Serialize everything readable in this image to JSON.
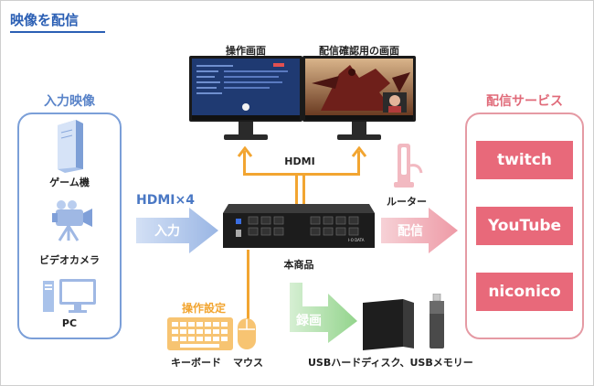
{
  "header": {
    "title": "映像を配信"
  },
  "input_section": {
    "title": "入力映像",
    "items": [
      {
        "label": "ゲーム機",
        "icon": "game-console-icon"
      },
      {
        "label": "ビデオカメラ",
        "icon": "video-camera-icon"
      },
      {
        "label": "PC",
        "icon": "pc-icon"
      }
    ]
  },
  "monitors": [
    {
      "label": "操作画面",
      "icon": "monitor-icon"
    },
    {
      "label": "配信確認用の画面",
      "icon": "monitor-icon"
    }
  ],
  "connections": {
    "hdmi_out": "HDMI",
    "hdmi_in": "HDMI×4",
    "input_arrow": "入力",
    "distribute_arrow": "配信",
    "record_arrow": "録画"
  },
  "device": {
    "label": "本商品",
    "brand": "I-O DATA"
  },
  "router": {
    "label": "ルーター",
    "icon": "router-icon"
  },
  "control": {
    "title": "操作設定",
    "keyboard": "キーボード",
    "mouse": "マウス"
  },
  "storage": {
    "label": "USBハードディスク、USBメモリー"
  },
  "services": {
    "title": "配信サービス",
    "items": [
      "twitch",
      "YouTube",
      "niconico"
    ]
  },
  "colors": {
    "blue": "#5a84c9",
    "pink": "#e8697a",
    "orange": "#f2a531",
    "green": "#8fd18a"
  }
}
